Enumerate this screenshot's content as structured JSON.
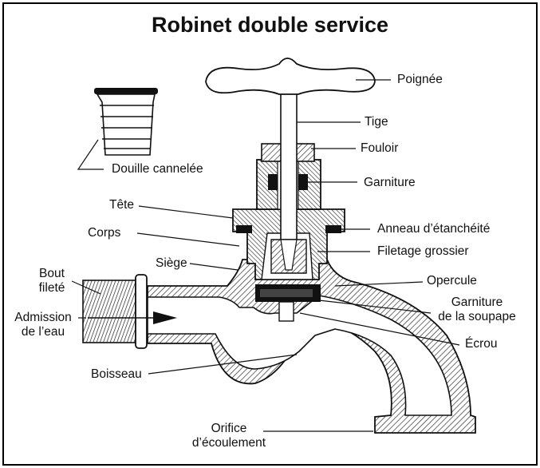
{
  "title": "Robinet double service",
  "labels": {
    "poignee": "Poignée",
    "tige": "Tige",
    "fouloir": "Fouloir",
    "garniture": "Garniture",
    "anneau": "Anneau d’étanchéité",
    "filetage": "Filetage grossier",
    "opercule": "Opercule",
    "garniture_soupape_1": "Garniture",
    "garniture_soupape_2": "de la soupape",
    "ecrou": "Écrou",
    "douille": "Douille cannelée",
    "tete": "Tête",
    "corps": "Corps",
    "siege": "Siège",
    "bout_1": "Bout",
    "bout_2": "fileté",
    "admission_1": "Admission",
    "admission_2": "de l’eau",
    "boisseau": "Boisseau",
    "orifice_1": "Orifice",
    "orifice_2": "d’écoulement"
  }
}
